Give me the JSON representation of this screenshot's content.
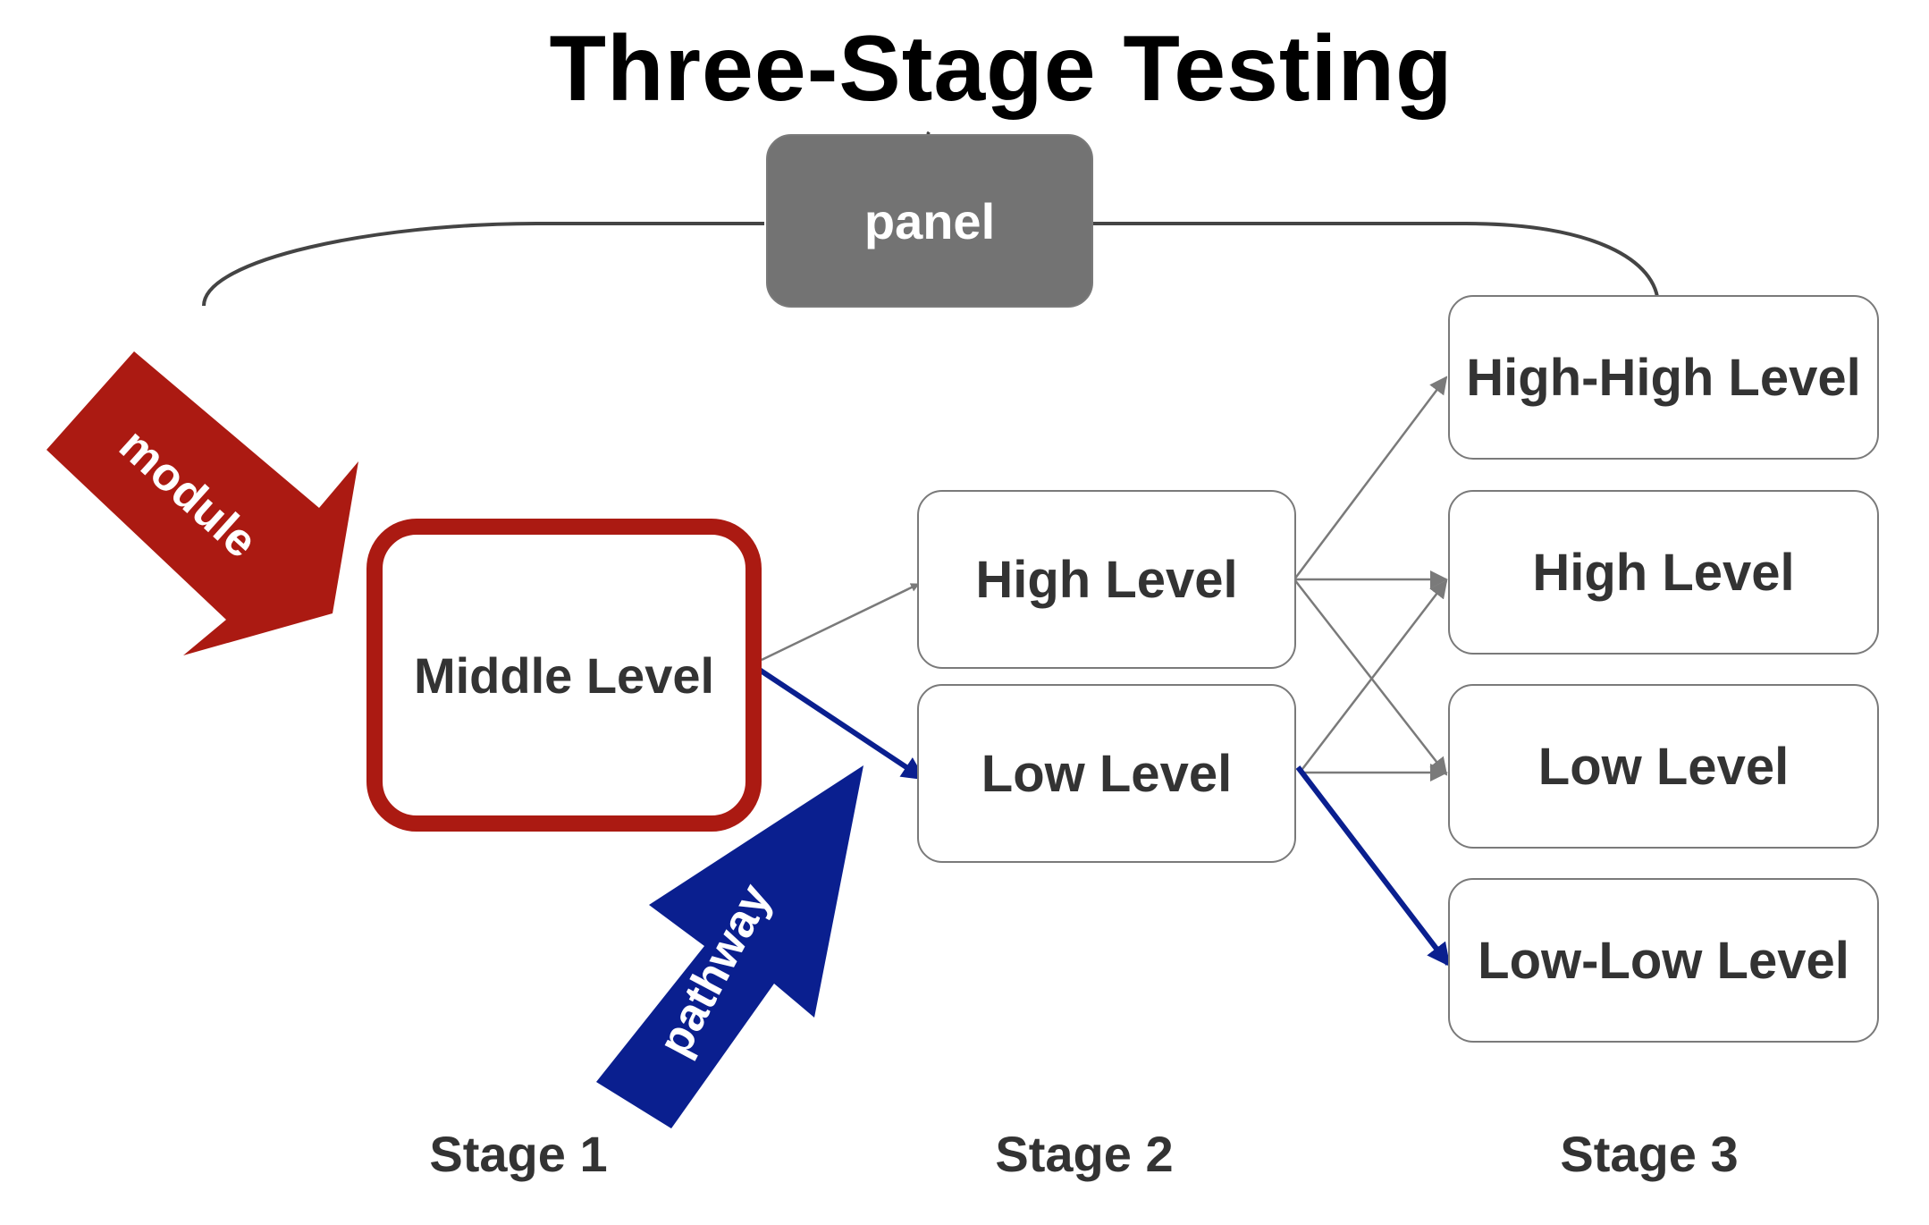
{
  "title": "Three-Stage Testing",
  "panel": {
    "label": "panel"
  },
  "module_arrow": {
    "label": "module",
    "color": "#ab1a12"
  },
  "pathway_arrow": {
    "label": "pathway",
    "color": "#0a1f8f"
  },
  "stages": [
    {
      "label": "Stage 1",
      "modules": [
        "Middle Level"
      ]
    },
    {
      "label": "Stage 2",
      "modules": [
        "High Level",
        "Low Level"
      ]
    },
    {
      "label": "Stage 3",
      "modules": [
        "High-High Level",
        "High Level",
        "Low Level",
        "Low-Low Level"
      ]
    }
  ],
  "colors": {
    "module_border": "#ab1a12",
    "pathway": "#0a1f8f",
    "panel_fill": "#737373",
    "connector": "#7a7a7a"
  }
}
